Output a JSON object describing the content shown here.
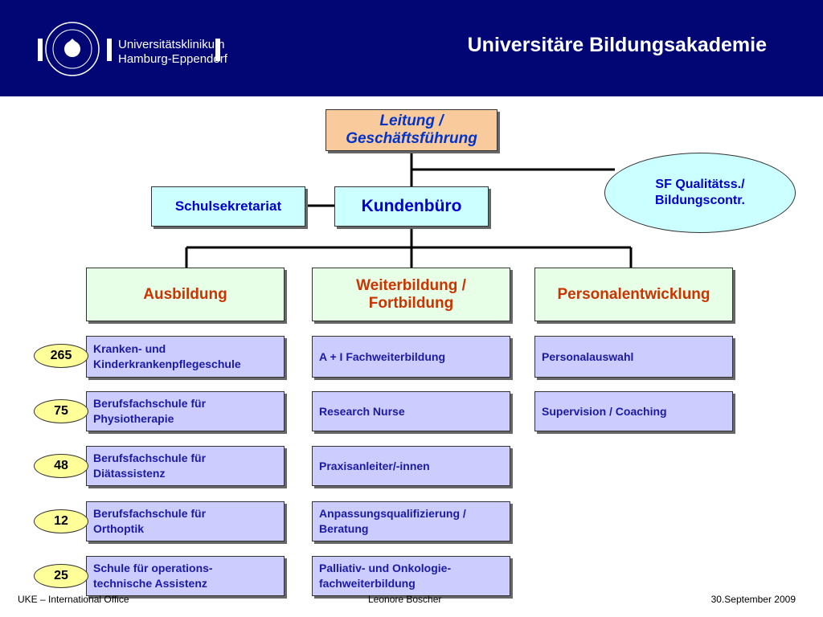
{
  "header": {
    "title": "Universitäre Bildungsakademie",
    "logo_line1": "Universitätsklinikum",
    "logo_line2": "Hamburg-Eppendorf",
    "background_color": "#020675"
  },
  "org_chart": {
    "leitung": "Leitung / Geschäftsführung",
    "kundenbuero": "Kundenbüro",
    "schulsekretariat": "Schulsekretariat",
    "sf": "SF Qualitätss./ Bildungscontr.",
    "columns": [
      {
        "title": "Ausbildung",
        "items": [
          "Kranken- und Kinderkrankenpflegeschule",
          "Berufsfachschule für Physiotherapie",
          "Berufsfachschule für Diätassistenz",
          "Berufsfachschule für Orthoptik",
          "Schule für operations-technische Assistenz"
        ]
      },
      {
        "title": "Weiterbildung / Fortbildung",
        "items": [
          "A + I Fachweiterbildung",
          "Research Nurse",
          "Praxisanleiter/-innen",
          "Anpassungsqualifizierung / Beratung",
          "Palliativ- und Onkologie-fachweiterbildung"
        ]
      },
      {
        "title": "Personalentwicklung",
        "items": [
          "Personalauswahl",
          "Supervision / Coaching"
        ]
      }
    ],
    "counts": [
      "265",
      "75",
      "48",
      "12",
      "25"
    ]
  },
  "footer": {
    "left": "UKE – International Office",
    "center": "Leonore Boscher",
    "right": "30.September 2009"
  }
}
